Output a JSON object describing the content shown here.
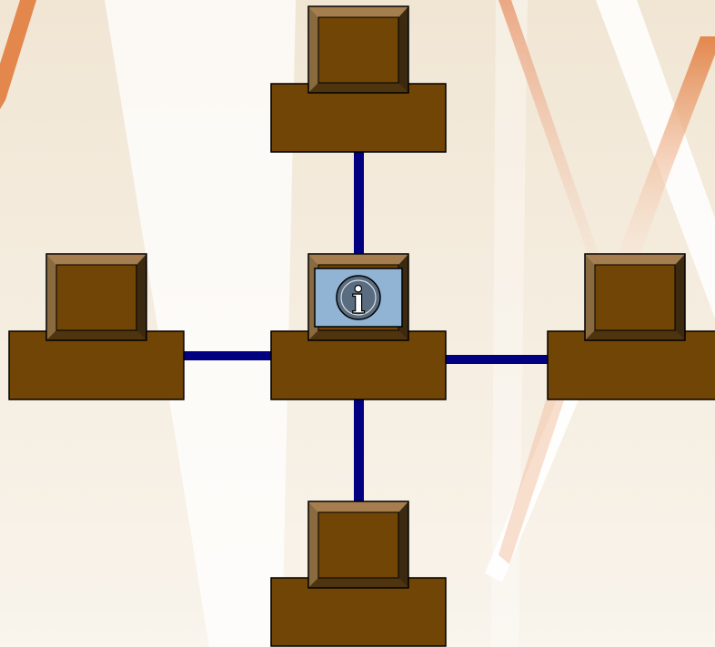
{
  "diagram": {
    "type": "star-network",
    "hub_icon": "info-icon",
    "hub_glyph": "i",
    "colors": {
      "background": "#f3eadb",
      "computer_body": "#704505",
      "bevel_top": "#a67d4e",
      "bevel_left": "#8a6a3f",
      "bevel_right": "#3c2a10",
      "bevel_bottom": "#4e3510",
      "link": "#000080",
      "hub_screen": "#91b3d4",
      "info_circle": "#5a6d80",
      "stripe_orange": "#e3874d"
    },
    "nodes": [
      "hub-computer",
      "top-computer",
      "left-computer",
      "right-computer",
      "bottom-computer"
    ],
    "links": [
      [
        "hub-computer",
        "top-computer"
      ],
      [
        "hub-computer",
        "left-computer"
      ],
      [
        "hub-computer",
        "right-computer"
      ],
      [
        "hub-computer",
        "bottom-computer"
      ]
    ]
  }
}
